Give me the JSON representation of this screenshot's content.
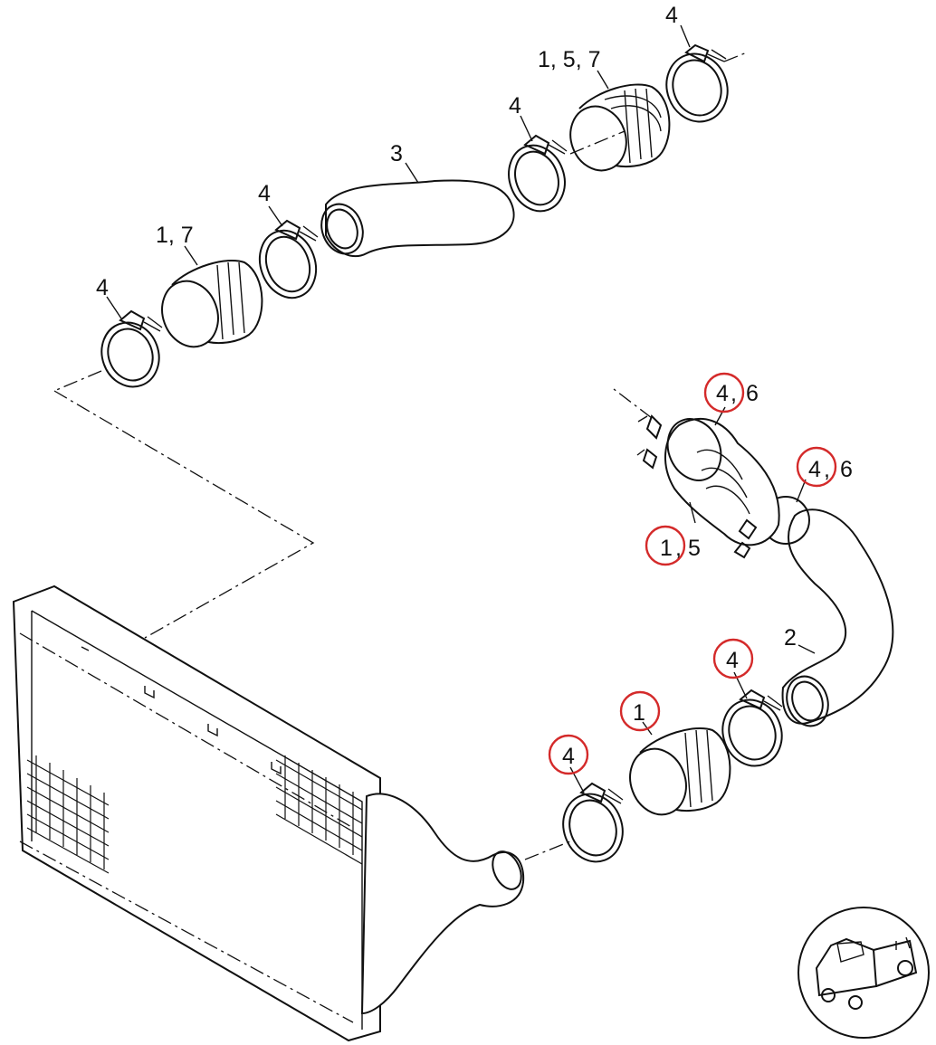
{
  "callouts": {
    "c1": "4",
    "c2": "1, 5, 7",
    "c3": "4",
    "c4": "3",
    "c5": "4",
    "c6": "1, 7",
    "c7": "4",
    "c8": "4",
    "c9": "6",
    "c10": "4",
    "c11": "6",
    "c12": "1",
    "c13": "5",
    "c14": "2",
    "c15": "4",
    "c16": "1",
    "c17": "4"
  },
  "colors": {
    "line": "#111111",
    "highlight": "#d42a2a",
    "background": "#ffffff"
  },
  "icons": [
    "truck-icon",
    "hose-clamp-icon",
    "coupler-sleeve-icon",
    "radiator-icon"
  ]
}
